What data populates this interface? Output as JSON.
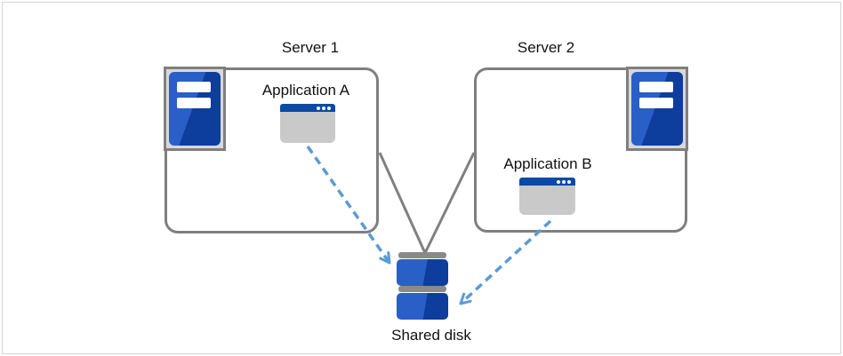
{
  "diagram": {
    "kind": "server-cluster-shared-disk-architecture",
    "servers": [
      {
        "id": "server1",
        "label": "Server 1",
        "application": {
          "label": "Application A"
        }
      },
      {
        "id": "server2",
        "label": "Server 2",
        "application": {
          "label": "Application B"
        }
      }
    ],
    "storage": {
      "label": "Shared disk"
    },
    "connections": [
      {
        "from": "Server 1",
        "to": "Shared disk",
        "style": "solid gray line"
      },
      {
        "from": "Server 2",
        "to": "Shared disk",
        "style": "solid gray line"
      },
      {
        "from": "Application A",
        "to": "Shared disk",
        "style": "dashed blue arrow"
      },
      {
        "from": "Application B",
        "to": "Shared disk",
        "style": "dashed blue arrow"
      }
    ],
    "icons": {
      "server": "rack-server-icon",
      "application": "app-window-icon",
      "storage": "disk-stack-icon"
    },
    "colors": {
      "blue_light": "#2B5FC8",
      "blue_dark": "#0D3E9E",
      "titlebar_blue": "#0B4AA5",
      "arrow_blue": "#5B9BD5",
      "line_gray": "#808080",
      "panel_gray": "#D9D9D9"
    }
  }
}
